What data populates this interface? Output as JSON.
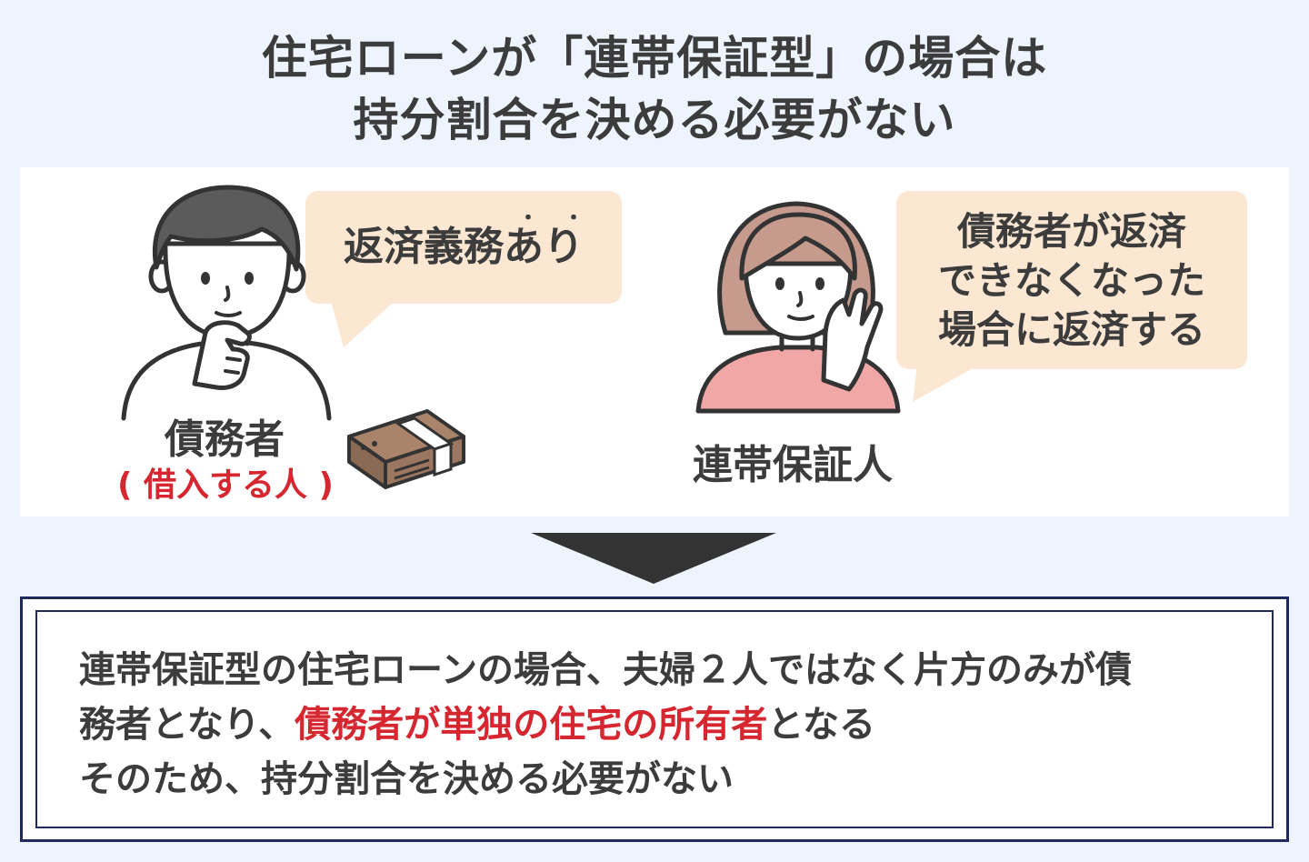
{
  "title": {
    "line1": "住宅ローンが「連帯保証型」の場合は",
    "line2": "持分割合を決める必要がない"
  },
  "debtor": {
    "speech": "返済義務あり",
    "emphasis_dots": "・・",
    "label": "債務者",
    "sublabel": "( 借入する人 )"
  },
  "guarantor": {
    "speech_lines": [
      "債務者が返済",
      "できなくなった",
      "場合に返済する"
    ],
    "label": "連帯保証人"
  },
  "result": {
    "line1": "連帯保証型の住宅ローンの場合、夫婦２人ではなく片方のみが債",
    "line2_prefix": "務者となり、",
    "line2_highlight": "債務者が単独の住宅の所有者",
    "line2_suffix": "となる",
    "line3": "そのため、持分割合を決める必要がない"
  },
  "colors": {
    "background": "#edf4fd",
    "bubble": "#fbe7d2",
    "accent_red": "#d6262f",
    "box_border": "#1f2a5c",
    "arrow": "#333333",
    "woman_shirt": "#f2a7a7",
    "woman_hair": "#c69b8e",
    "man_hair": "#5b5b5b"
  },
  "icons": [
    "thinking-man-icon",
    "woman-hand-on-cheek-icon",
    "money-bundle-icon",
    "down-arrow-icon"
  ]
}
